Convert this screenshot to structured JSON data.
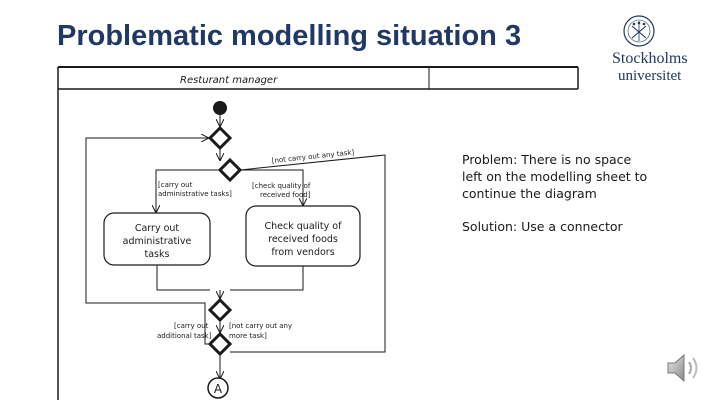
{
  "title": "Problematic modelling situation 3",
  "logo": {
    "line1": "Stockholms",
    "line2": "universitet"
  },
  "swimlane": {
    "label": "Resturant manager"
  },
  "guards": {
    "not_any_task": "[not carry out any task]",
    "administrative": [
      "[carry out",
      "administrative tasks]"
    ],
    "check_quality": [
      "[check quality of",
      "received food]"
    ],
    "additional": [
      "[carry out",
      "additional task]"
    ],
    "not_more": [
      "[not carry out any",
      "more task]"
    ]
  },
  "actions": {
    "admin": [
      "Carry out",
      "administrative",
      "tasks"
    ],
    "check": [
      "Check quality of",
      "received foods",
      "from vendors"
    ]
  },
  "connector": "A",
  "problem": "Problem: There is no space left on the modelling sheet to continue the diagram",
  "solution": "Solution: Use a connector",
  "icons": {
    "speaker": "speaker-icon",
    "seal": "university-seal-icon"
  }
}
